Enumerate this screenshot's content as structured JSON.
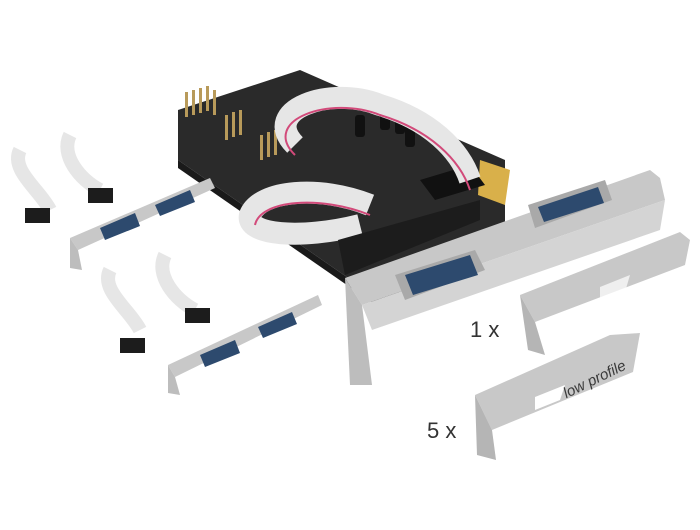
{
  "image": {
    "description": "PCI Express serial card with 2 DB9 ports on full-height bracket, two additional dual-DB9 slot brackets with ribbon cables, and low profile brackets",
    "background_color": "#ffffff"
  },
  "labels": {
    "qty_low_profile_dual": "1 x",
    "qty_low_profile_single": "5 x",
    "low_profile": "low profile"
  },
  "colors": {
    "pcb": "#2a2a2a",
    "bracket_metal": "#c8c8c8",
    "connector_blue": "#2d4a6e",
    "ribbon_cable": "#e6e6e6",
    "ribbon_stripe": "#d24a7a",
    "gold_contacts": "#d9b04a"
  }
}
